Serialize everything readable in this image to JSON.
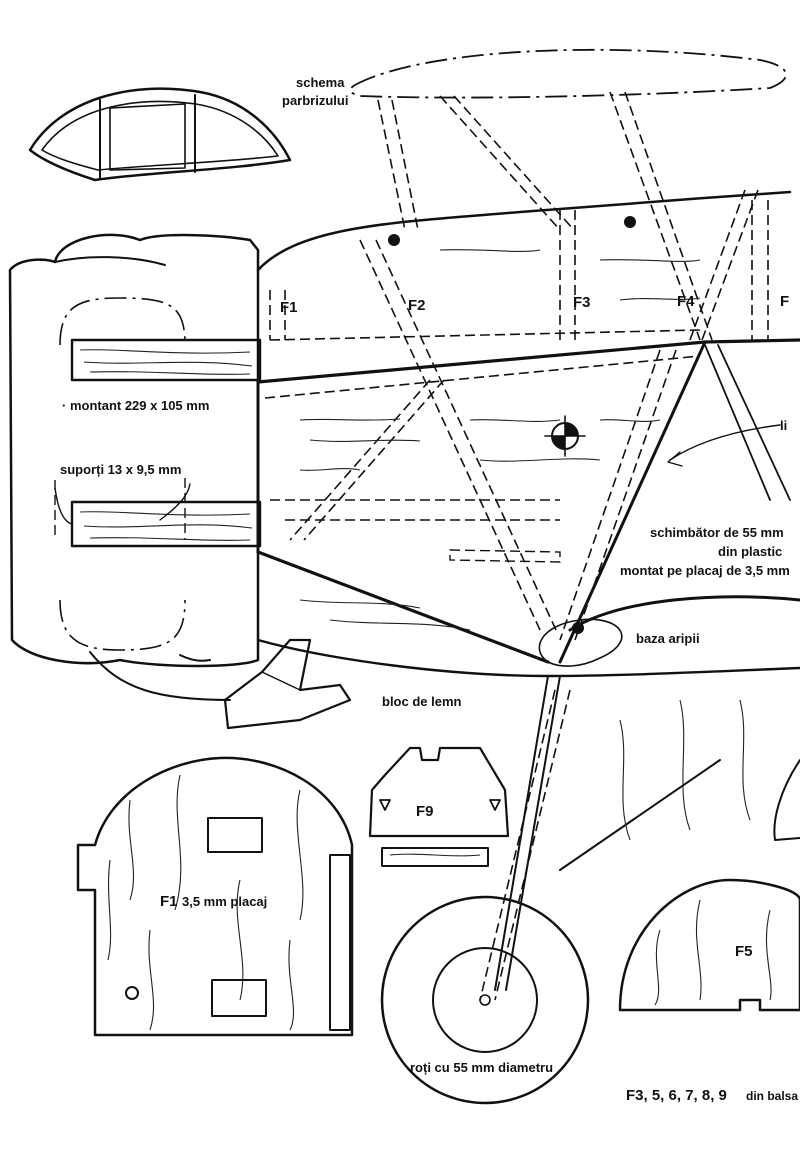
{
  "labels": {
    "schema_line1": "schema",
    "schema_line2": "parbrizului",
    "f1": "F1",
    "f2": "F2",
    "f3": "F3",
    "f4": "F4",
    "f_cut": "F",
    "montant": "· montant 229 x 105 mm",
    "suporti": "suporți 13 x 9,5 mm",
    "li": "li",
    "schimbator1": "schimbător de 55 mm",
    "schimbator2": "din plastic",
    "schimbator3": "montat pe placaj de 3,5 mm",
    "baza_aripii": "baza aripii",
    "bloc_de_lemn": "bloc de lemn",
    "f9": "F9",
    "f1_part": "F1",
    "f1_part_note": "3,5 mm placaj",
    "f5": "F5",
    "roti": "roți cu 55 mm diametru",
    "footer_f": "F3, 5, 6, 7, 8, 9",
    "footer_note": "din balsa"
  }
}
